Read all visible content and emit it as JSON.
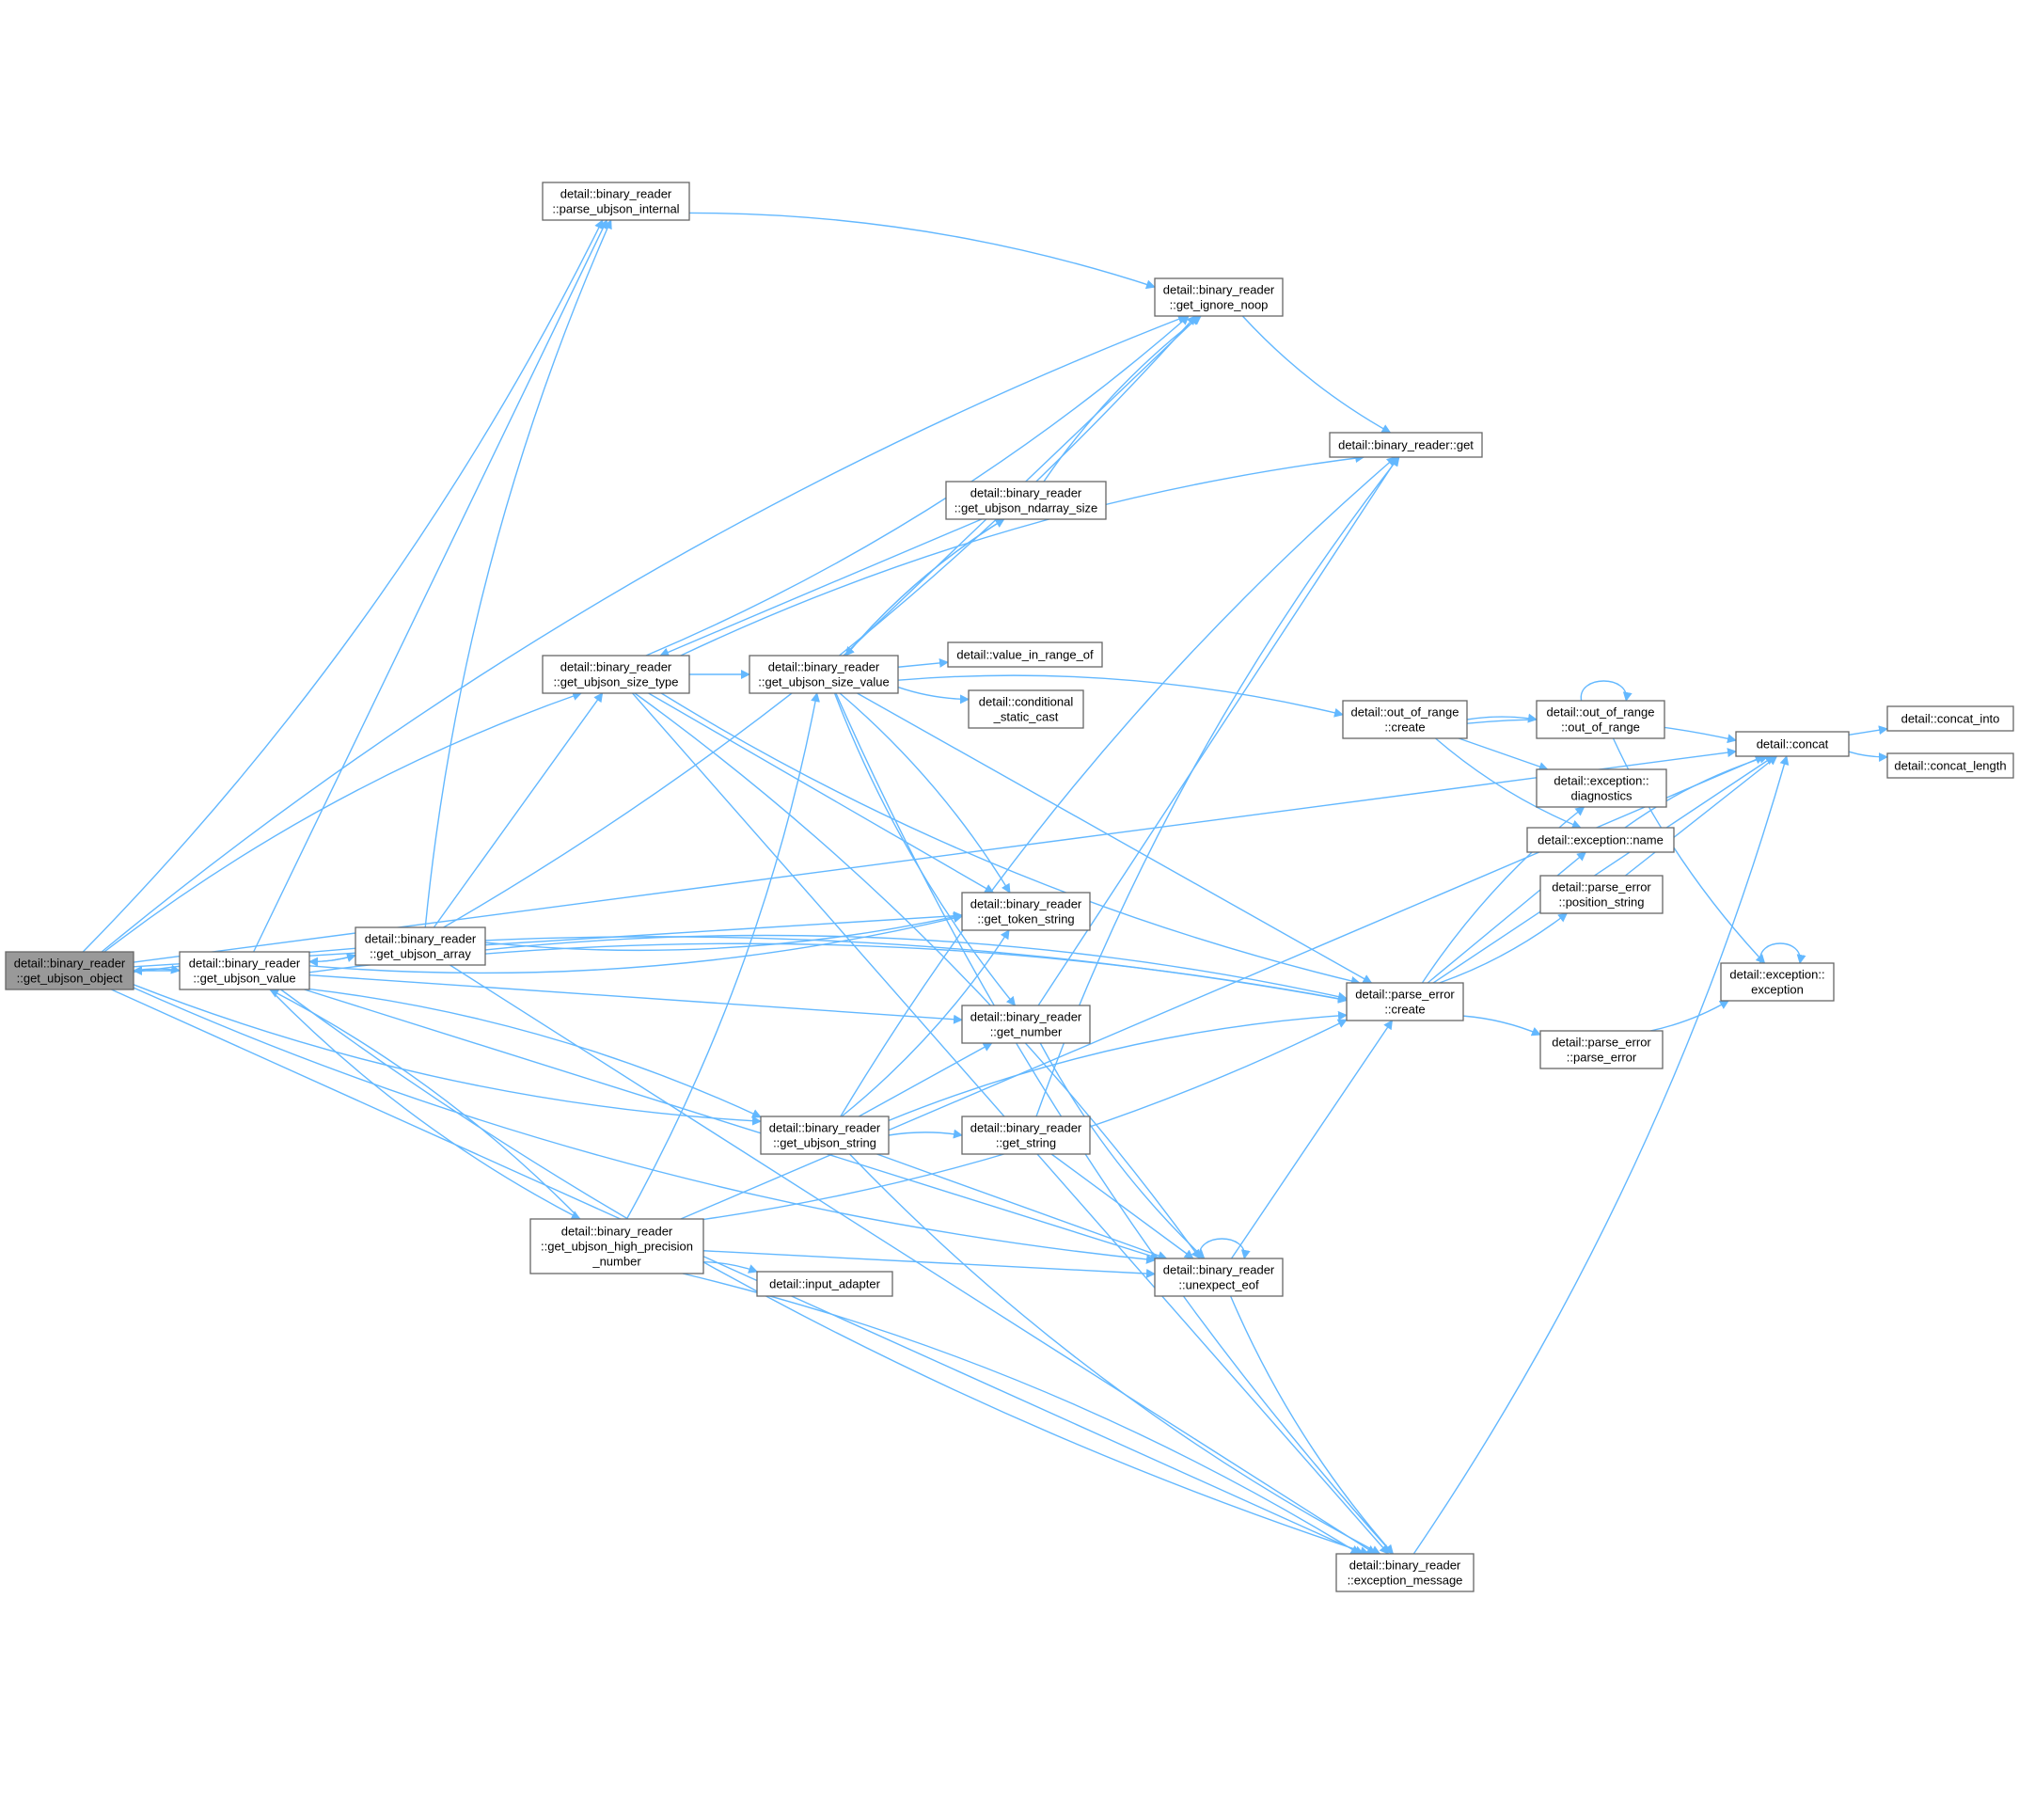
{
  "graph": {
    "edge_color": "#63b8ff",
    "node_fill": "#ffffff",
    "node_border": "#666666",
    "root_fill": "#999999",
    "nodes": [
      {
        "id": "root",
        "lines": [
          "detail::binary_reader",
          "::get_ubjson_object"
        ],
        "root": true
      },
      {
        "id": "value",
        "lines": [
          "detail::binary_reader",
          "::get_ubjson_value"
        ]
      },
      {
        "id": "array",
        "lines": [
          "detail::binary_reader",
          "::get_ubjson_array"
        ]
      },
      {
        "id": "parse_internal",
        "lines": [
          "detail::binary_reader",
          "::parse_ubjson_internal"
        ]
      },
      {
        "id": "size_type",
        "lines": [
          "detail::binary_reader",
          "::get_ubjson_size_type"
        ]
      },
      {
        "id": "high_prec",
        "lines": [
          "detail::binary_reader",
          "::get_ubjson_high_precision",
          "_number"
        ]
      },
      {
        "id": "size_value",
        "lines": [
          "detail::binary_reader",
          "::get_ubjson_size_value"
        ]
      },
      {
        "id": "ubj_string",
        "lines": [
          "detail::binary_reader",
          "::get_ubjson_string"
        ]
      },
      {
        "id": "input_adapter",
        "lines": [
          "detail::input_adapter"
        ]
      },
      {
        "id": "ndarray",
        "lines": [
          "detail::binary_reader",
          "::get_ubjson_ndarray_size"
        ]
      },
      {
        "id": "in_range",
        "lines": [
          "detail::value_in_range_of"
        ]
      },
      {
        "id": "cond_cast",
        "lines": [
          "detail::conditional",
          "_static_cast"
        ]
      },
      {
        "id": "token_string",
        "lines": [
          "detail::binary_reader",
          "::get_token_string"
        ]
      },
      {
        "id": "get_number",
        "lines": [
          "detail::binary_reader",
          "::get_number"
        ]
      },
      {
        "id": "get_string",
        "lines": [
          "detail::binary_reader",
          "::get_string"
        ]
      },
      {
        "id": "ignore_noop",
        "lines": [
          "detail::binary_reader",
          "::get_ignore_noop"
        ]
      },
      {
        "id": "unexpect_eof",
        "lines": [
          "detail::binary_reader",
          "::unexpect_eof"
        ]
      },
      {
        "id": "get",
        "lines": [
          "detail::binary_reader::get"
        ]
      },
      {
        "id": "oor_create",
        "lines": [
          "detail::out_of_range",
          "::create"
        ]
      },
      {
        "id": "pe_create",
        "lines": [
          "detail::parse_error",
          "::create"
        ]
      },
      {
        "id": "exc_message",
        "lines": [
          "detail::binary_reader",
          "::exception_message"
        ]
      },
      {
        "id": "oor_ctor",
        "lines": [
          "detail::out_of_range",
          "::out_of_range"
        ]
      },
      {
        "id": "diagnostics",
        "lines": [
          "detail::exception::",
          "diagnostics"
        ]
      },
      {
        "id": "exc_name",
        "lines": [
          "detail::exception::name"
        ]
      },
      {
        "id": "position_string",
        "lines": [
          "detail::parse_error",
          "::position_string"
        ]
      },
      {
        "id": "pe_ctor",
        "lines": [
          "detail::parse_error",
          "::parse_error"
        ]
      },
      {
        "id": "concat",
        "lines": [
          "detail::concat"
        ]
      },
      {
        "id": "exc_ctor",
        "lines": [
          "detail::exception::",
          "exception"
        ]
      },
      {
        "id": "concat_into",
        "lines": [
          "detail::concat_into"
        ]
      },
      {
        "id": "concat_length",
        "lines": [
          "detail::concat_length"
        ]
      }
    ],
    "edges": [
      [
        "root",
        "value"
      ],
      [
        "value",
        "root"
      ],
      [
        "root",
        "parse_internal"
      ],
      [
        "root",
        "size_type"
      ],
      [
        "root",
        "token_string"
      ],
      [
        "root",
        "ubj_string"
      ],
      [
        "root",
        "ignore_noop"
      ],
      [
        "root",
        "concat"
      ],
      [
        "root",
        "unexpect_eof"
      ],
      [
        "root",
        "pe_create"
      ],
      [
        "root",
        "exc_message"
      ],
      [
        "value",
        "array"
      ],
      [
        "array",
        "value"
      ],
      [
        "value",
        "parse_internal"
      ],
      [
        "value",
        "high_prec"
      ],
      [
        "value",
        "ubj_string"
      ],
      [
        "value",
        "get_number"
      ],
      [
        "value",
        "token_string"
      ],
      [
        "value",
        "pe_create"
      ],
      [
        "value",
        "unexpect_eof"
      ],
      [
        "value",
        "exc_message"
      ],
      [
        "array",
        "parse_internal"
      ],
      [
        "array",
        "size_type"
      ],
      [
        "array",
        "token_string"
      ],
      [
        "array",
        "pe_create"
      ],
      [
        "array",
        "exc_message"
      ],
      [
        "array",
        "ignore_noop"
      ],
      [
        "parse_internal",
        "ignore_noop"
      ],
      [
        "size_type",
        "size_value"
      ],
      [
        "size_type",
        "ignore_noop"
      ],
      [
        "size_type",
        "get"
      ],
      [
        "size_type",
        "token_string"
      ],
      [
        "size_type",
        "pe_create"
      ],
      [
        "size_type",
        "unexpect_eof"
      ],
      [
        "size_type",
        "exc_message"
      ],
      [
        "high_prec",
        "size_value"
      ],
      [
        "high_prec",
        "input_adapter"
      ],
      [
        "high_prec",
        "unexpect_eof"
      ],
      [
        "high_prec",
        "pe_create"
      ],
      [
        "high_prec",
        "exc_message"
      ],
      [
        "high_prec",
        "concat"
      ],
      [
        "high_prec",
        "value"
      ],
      [
        "size_value",
        "ndarray"
      ],
      [
        "ndarray",
        "size_type"
      ],
      [
        "ndarray",
        "size_value"
      ],
      [
        "ndarray",
        "ignore_noop"
      ],
      [
        "size_value",
        "in_range"
      ],
      [
        "size_value",
        "cond_cast"
      ],
      [
        "size_value",
        "oor_create"
      ],
      [
        "size_value",
        "ignore_noop"
      ],
      [
        "size_value",
        "get_number"
      ],
      [
        "size_value",
        "token_string"
      ],
      [
        "size_value",
        "pe_create"
      ],
      [
        "size_value",
        "exc_message"
      ],
      [
        "ubj_string",
        "get_string"
      ],
      [
        "ubj_string",
        "get_number"
      ],
      [
        "ubj_string",
        "token_string"
      ],
      [
        "ubj_string",
        "pe_create"
      ],
      [
        "ubj_string",
        "unexpect_eof"
      ],
      [
        "ubj_string",
        "exc_message"
      ],
      [
        "ubj_string",
        "get"
      ],
      [
        "get_number",
        "get"
      ],
      [
        "get_number",
        "unexpect_eof"
      ],
      [
        "get_string",
        "get"
      ],
      [
        "get_string",
        "unexpect_eof"
      ],
      [
        "ignore_noop",
        "get"
      ],
      [
        "unexpect_eof",
        "unexpect_eof"
      ],
      [
        "unexpect_eof",
        "pe_create"
      ],
      [
        "unexpect_eof",
        "exc_message"
      ],
      [
        "oor_create",
        "oor_ctor"
      ],
      [
        "oor_create",
        "diagnostics"
      ],
      [
        "oor_create",
        "exc_name"
      ],
      [
        "oor_create",
        "concat"
      ],
      [
        "oor_ctor",
        "oor_ctor"
      ],
      [
        "oor_ctor",
        "exc_ctor"
      ],
      [
        "pe_create",
        "diagnostics"
      ],
      [
        "pe_create",
        "exc_name"
      ],
      [
        "pe_create",
        "position_string"
      ],
      [
        "pe_create",
        "pe_ctor"
      ],
      [
        "pe_create",
        "concat"
      ],
      [
        "exc_message",
        "concat"
      ],
      [
        "exc_name",
        "concat"
      ],
      [
        "position_string",
        "concat"
      ],
      [
        "pe_ctor",
        "exc_ctor"
      ],
      [
        "exc_ctor",
        "exc_ctor"
      ],
      [
        "concat",
        "concat_into"
      ],
      [
        "concat",
        "concat_length"
      ]
    ]
  }
}
